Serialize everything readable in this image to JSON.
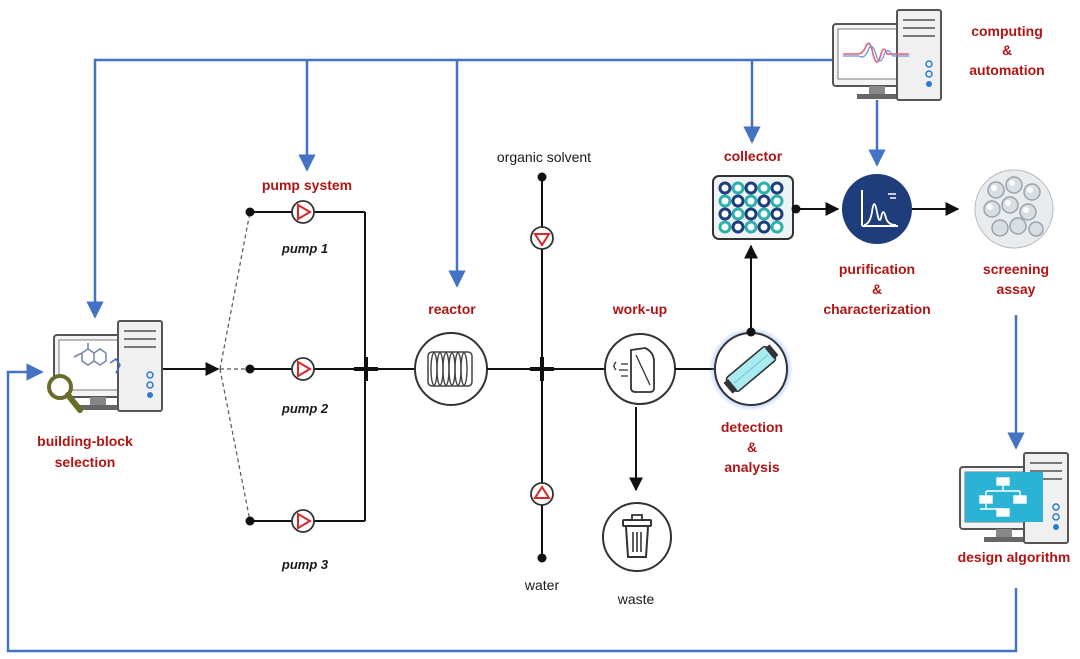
{
  "labels": {
    "computing_1": "computing",
    "computing_2": "&",
    "computing_3": "automation",
    "pump_system": "pump system",
    "pump1": "pump 1",
    "pump2": "pump 2",
    "pump3": "pump 3",
    "reactor": "reactor",
    "organic_solvent": "organic solvent",
    "water": "water",
    "workup": "work-up",
    "waste": "waste",
    "collector": "collector",
    "detection_1": "detection",
    "detection_2": "&",
    "detection_3": "analysis",
    "purification_1": "purification",
    "purification_2": "&",
    "purification_3": "characterization",
    "screening_1": "screening",
    "screening_2": "assay",
    "building_1": "building-block",
    "building_2": "selection",
    "design": "design algorithm"
  },
  "colors": {
    "blue_line": "#4472c4",
    "label_red": "#b01515",
    "line_black": "#111111",
    "pump_red": "#d62828",
    "dark_navy": "#1f3d7a",
    "screen_cyan": "#2bb3d6"
  },
  "icons": [
    "computer-icon",
    "pump-icon",
    "reactor-coil-icon",
    "work-up-icon",
    "trash-icon",
    "detector-icon",
    "well-plate-icon",
    "chromatogram-icon",
    "screening-tubes-icon",
    "magnifier-icon",
    "flowchart-icon"
  ]
}
